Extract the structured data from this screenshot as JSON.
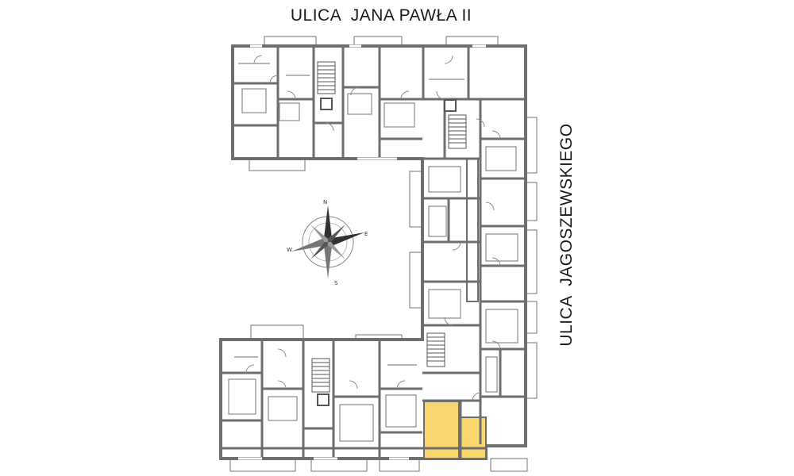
{
  "streets": {
    "top": "ULICA  JANA PAWŁA II",
    "right": "ULICA  JAGOSZEWSKIEGO"
  },
  "compass": {
    "n": "N",
    "e": "E",
    "s": "S",
    "w": "W"
  },
  "colors": {
    "highlight": "#f7d66e",
    "walls": "#6e6e6e"
  }
}
